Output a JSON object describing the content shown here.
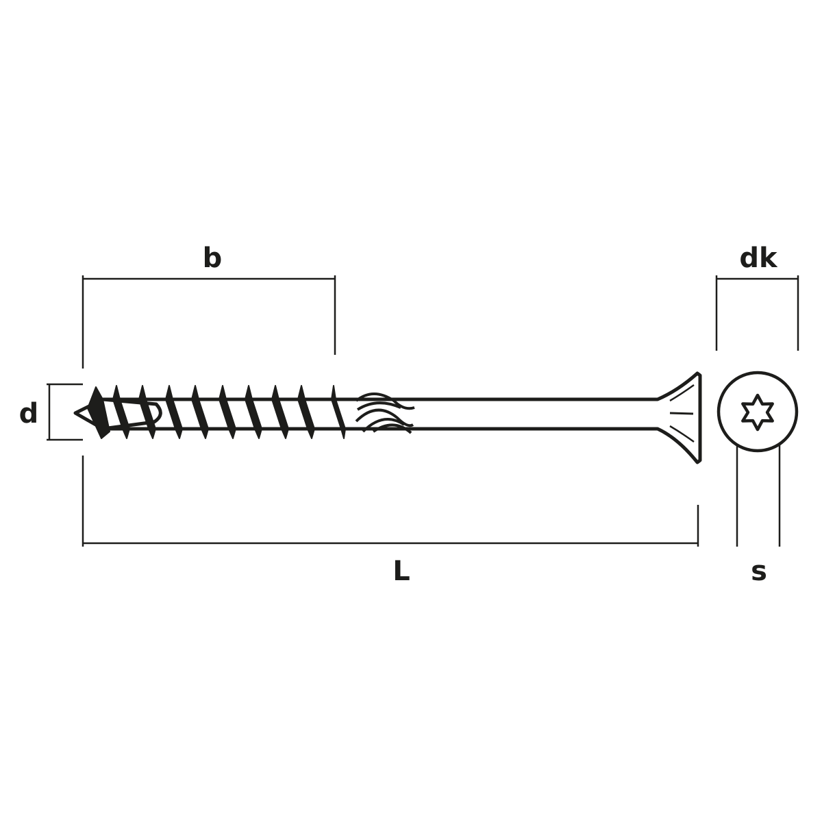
{
  "labels": {
    "b": "b",
    "d": "d",
    "L": "L",
    "dk": "dk",
    "s": "s"
  },
  "colors": {
    "line": "#1d1d1b",
    "background": "#ffffff"
  }
}
